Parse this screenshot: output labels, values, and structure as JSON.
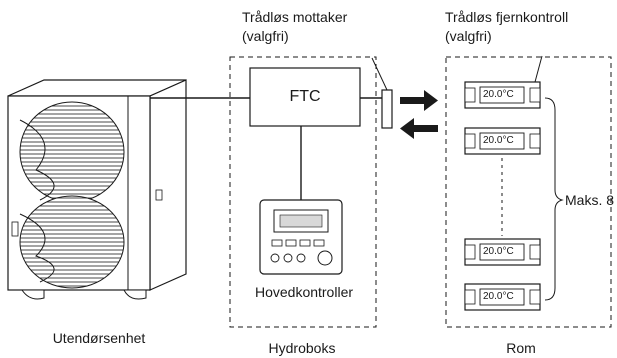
{
  "labels": {
    "wireless_receiver": "Trådløs mottaker",
    "wireless_receiver_optional": "(valgfri)",
    "wireless_remote": "Trådløs fjernkontroll",
    "wireless_remote_optional": "(valgfri)",
    "ftc": "FTC",
    "main_controller": "Hovedkontroller",
    "outdoor_unit": "Utendørsenhet",
    "hydrobox": "Hydroboks",
    "room": "Rom",
    "max_count": "Maks. 8"
  },
  "thermostats": [
    {
      "temperature": "20.0°C"
    },
    {
      "temperature": "20.0°C"
    },
    {
      "temperature": "20.0°C"
    },
    {
      "temperature": "20.0°C"
    }
  ],
  "icons": {
    "outdoor_unit": "outdoor-unit-icon",
    "main_controller": "main-controller-icon",
    "receiver": "wireless-receiver-icon",
    "thermostat": "thermostat-icon",
    "arrow_right": "arrow-right-icon",
    "arrow_left": "arrow-left-icon"
  },
  "colors": {
    "line": "#1a1a1a",
    "panel": "#ffffff",
    "shade": "#cfcfcf"
  }
}
